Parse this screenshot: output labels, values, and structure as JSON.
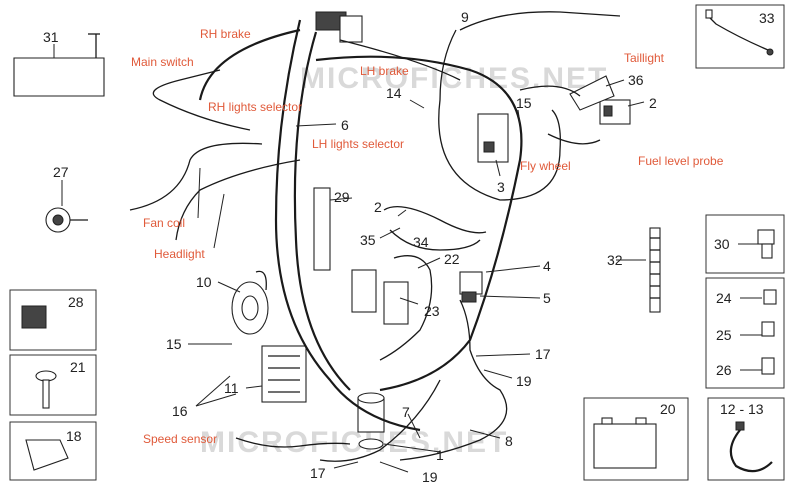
{
  "watermark": "MICROFICHES.NET",
  "colors": {
    "label": "#e05a3a",
    "ink": "#1a1a1a",
    "watermark": "#d9d9d9"
  },
  "labels": {
    "rh_brake": "RH brake",
    "main_switch": "Main switch",
    "lh_brake": "LH brake",
    "rh_lights_selector": "RH lights selector",
    "lh_lights_selector": "LH lights selector",
    "taillight": "Taillight",
    "fly_wheel": "Fly wheel",
    "fuel_level_probe": "Fuel level probe",
    "fan_coil": "Fan coil",
    "headlight": "Headlight",
    "speed_sensor": "Speed sensor"
  },
  "callouts": {
    "n1": "1",
    "n2a": "2",
    "n2b": "2",
    "n3": "3",
    "n4": "4",
    "n5": "5",
    "n6": "6",
    "n7": "7",
    "n8": "8",
    "n9": "9",
    "n10": "10",
    "n11": "11",
    "n12_13": "12 - 13",
    "n14": "14",
    "n15a": "15",
    "n15b": "15",
    "n16": "16",
    "n17a": "17",
    "n17b": "17",
    "n18": "18",
    "n19a": "19",
    "n19b": "19",
    "n20": "20",
    "n21": "21",
    "n22": "22",
    "n23": "23",
    "n24": "24",
    "n25": "25",
    "n26": "26",
    "n27": "27",
    "n28": "28",
    "n29": "29",
    "n30": "30",
    "n31": "31",
    "n32": "32",
    "n33": "33",
    "n34": "34",
    "n35": "35",
    "n36": "36"
  }
}
